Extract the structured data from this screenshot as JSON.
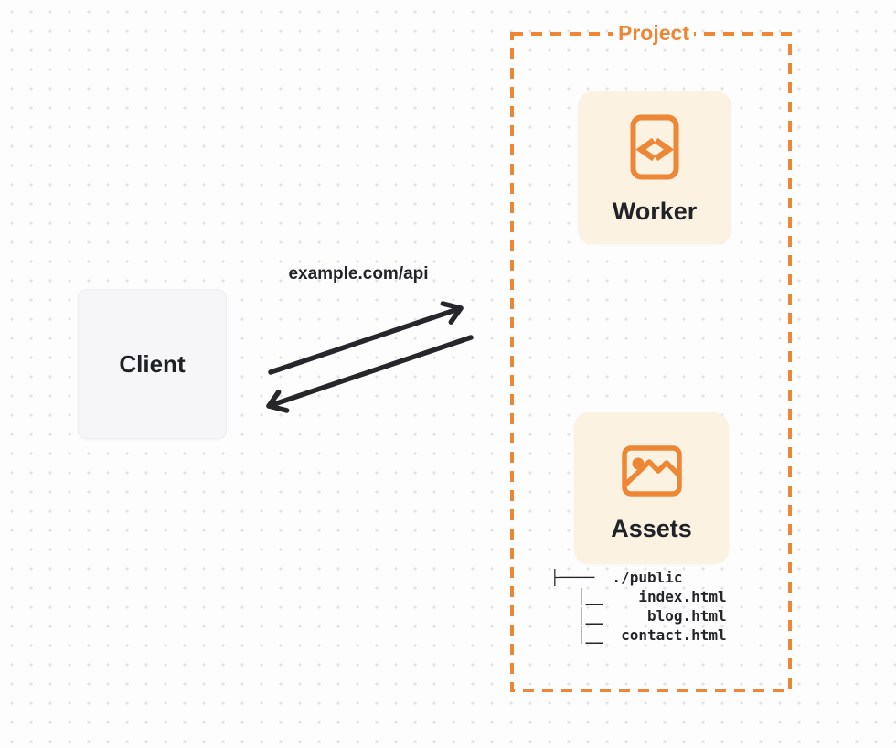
{
  "diagram": {
    "client": {
      "label": "Client"
    },
    "request": {
      "url_label": "example.com/api"
    },
    "project": {
      "title": "Project",
      "worker": {
        "label": "Worker",
        "icon": "code-document-icon"
      },
      "assets": {
        "label": "Assets",
        "icon": "image-icon"
      },
      "file_tree": "├────  ./public\n   │__    index.html\n   │__     blog.html\n   │__  contact.html"
    },
    "colors": {
      "accent_orange": "#ed8635",
      "card_background": "#fcf2e2",
      "client_background": "#f6f6f8",
      "arrow_dark": "#27272b",
      "text_dark": "#202227",
      "dot_grid": "#e4e4e8"
    }
  }
}
